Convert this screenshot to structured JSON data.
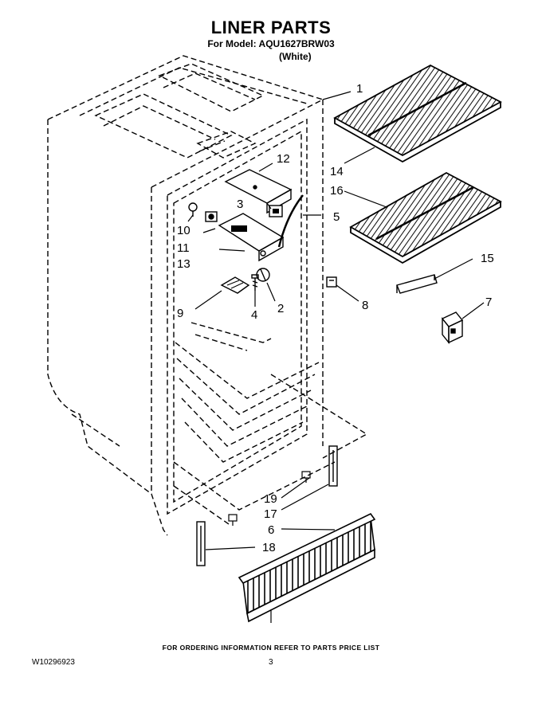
{
  "header": {
    "title": "LINER PARTS",
    "model_line": "For Model: AQU1627BRW03",
    "color_line": "(White)"
  },
  "callouts": [
    "1",
    "2",
    "3",
    "4",
    "5",
    "6",
    "7",
    "8",
    "9",
    "10",
    "11",
    "12",
    "13",
    "14",
    "15",
    "16",
    "17",
    "18",
    "19"
  ],
  "footer": {
    "ordering_note": "FOR ORDERING INFORMATION REFER TO PARTS PRICE LIST",
    "document_number": "W10296923",
    "page_number": "3"
  }
}
